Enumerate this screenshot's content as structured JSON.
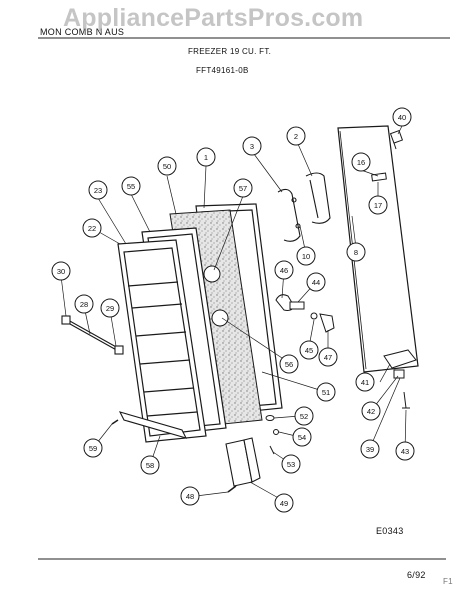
{
  "header": {
    "section_label": "MON COMB N AUS",
    "title_line1": "FREEZER 19 CU. FT.",
    "title_line2": "FFT49161-0B",
    "watermark": "AppliancePartsPros.com"
  },
  "footer": {
    "diagram_code": "E0343",
    "date": "6/92",
    "corner_mark": "F1"
  },
  "callouts": [
    "40",
    "2",
    "3",
    "1",
    "50",
    "16",
    "57",
    "55",
    "23",
    "17",
    "22",
    "8",
    "10",
    "46",
    "44",
    "30",
    "28",
    "29",
    "47",
    "45",
    "56",
    "41",
    "51",
    "42",
    "59",
    "52",
    "54",
    "53",
    "39",
    "43",
    "58",
    "48",
    "49"
  ],
  "colors": {
    "line": "#1a1a1a",
    "foam_fill": "#d9d9d9",
    "watermark": "#969696"
  }
}
